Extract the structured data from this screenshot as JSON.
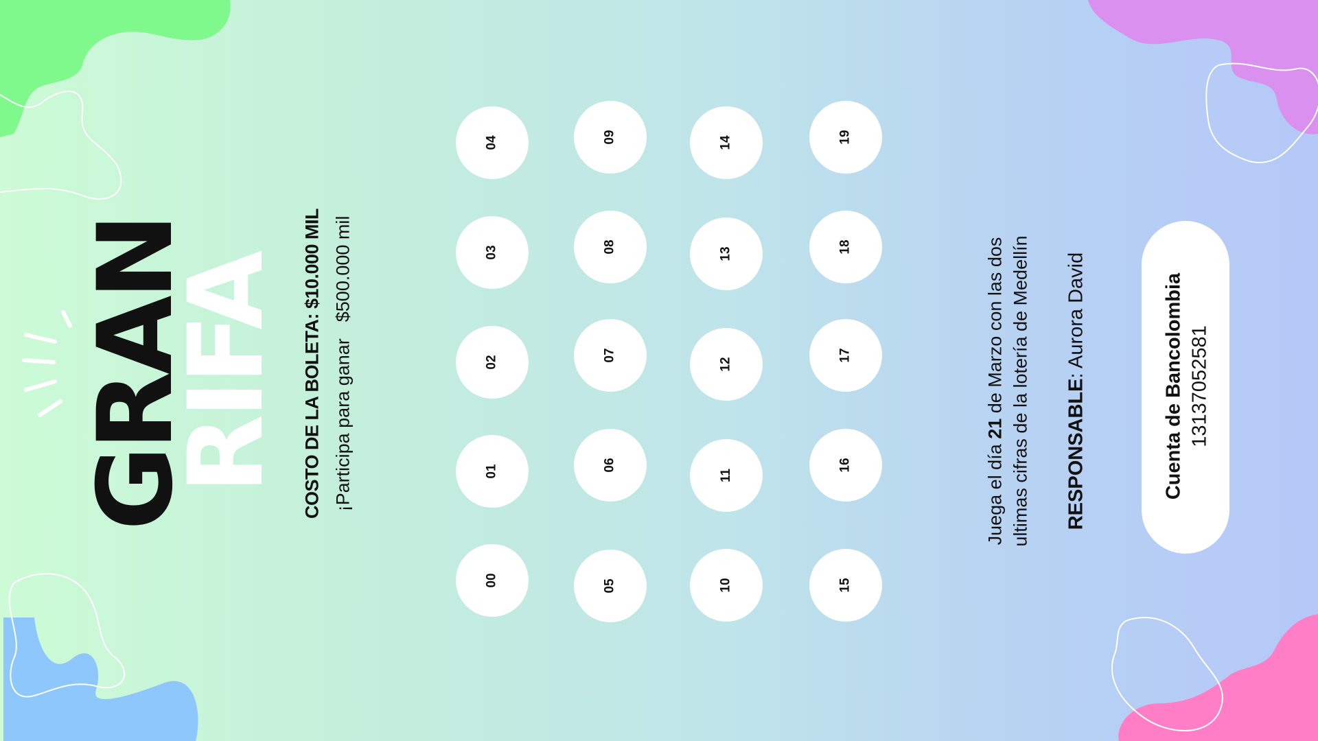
{
  "title": {
    "line1": "GRAN",
    "line2": "RIFA"
  },
  "cost": {
    "label": "COSTO DE LA BOLETA: ",
    "value": "$10.000 MIL"
  },
  "prize": {
    "text": "¡Participa para ganar",
    "amount": "$500.000 mil"
  },
  "draw": {
    "line1_before": "Juega el día ",
    "line1_day": "21",
    "line1_after": " de Marzo con las dos",
    "line2": "ultimas cifras de la lotería de Medellín"
  },
  "responsible": {
    "label": "RESPONSABLE",
    "name": ": Aurora David"
  },
  "account": {
    "label": "Cuenta de Bancolombia",
    "number": "1313705258​1"
  },
  "numbers": [
    "00",
    "01",
    "02",
    "03",
    "04",
    "05",
    "06",
    "07",
    "08",
    "09",
    "10",
    "11",
    "12",
    "13",
    "14",
    "15",
    "16",
    "17",
    "18",
    "19"
  ],
  "colors": {
    "green_blob": "#80f98c",
    "blue_blob": "#8ec7fb",
    "purple_blob": "#da90ef",
    "pink_blob": "#ff7ec6",
    "ball": "#ffffff",
    "text": "#111111"
  }
}
